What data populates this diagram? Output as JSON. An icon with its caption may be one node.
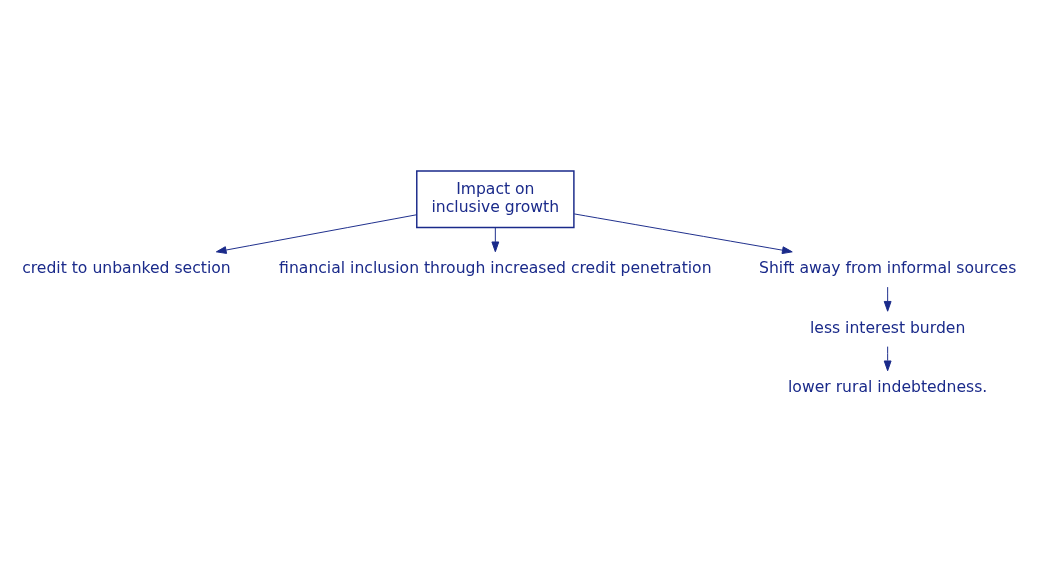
{
  "diagram": {
    "nodes": [
      {
        "text": [
          "Impact on inclusive growth"
        ]
      },
      {
        "text": [
          "credit to unbanked section"
        ]
      },
      {
        "text": [
          "financial inclusion through increased credit penetration"
        ]
      },
      {
        "text": [
          "Shift away from informal sources"
        ]
      },
      {
        "text": [
          "less interest burden"
        ]
      },
      {
        "text": [
          "lower rural indebtedness."
        ]
      }
    ],
    "edges": [
      {
        "from": 0,
        "to": 1,
        "arrow": "to"
      },
      {
        "from": 0,
        "to": 2,
        "arrow": "to"
      },
      {
        "from": 0,
        "to": 3,
        "arrow": "to"
      },
      {
        "from": 3,
        "to": 4,
        "arrow": "to"
      },
      {
        "from": 4,
        "to": 5,
        "arrow": "to"
      }
    ]
  }
}
